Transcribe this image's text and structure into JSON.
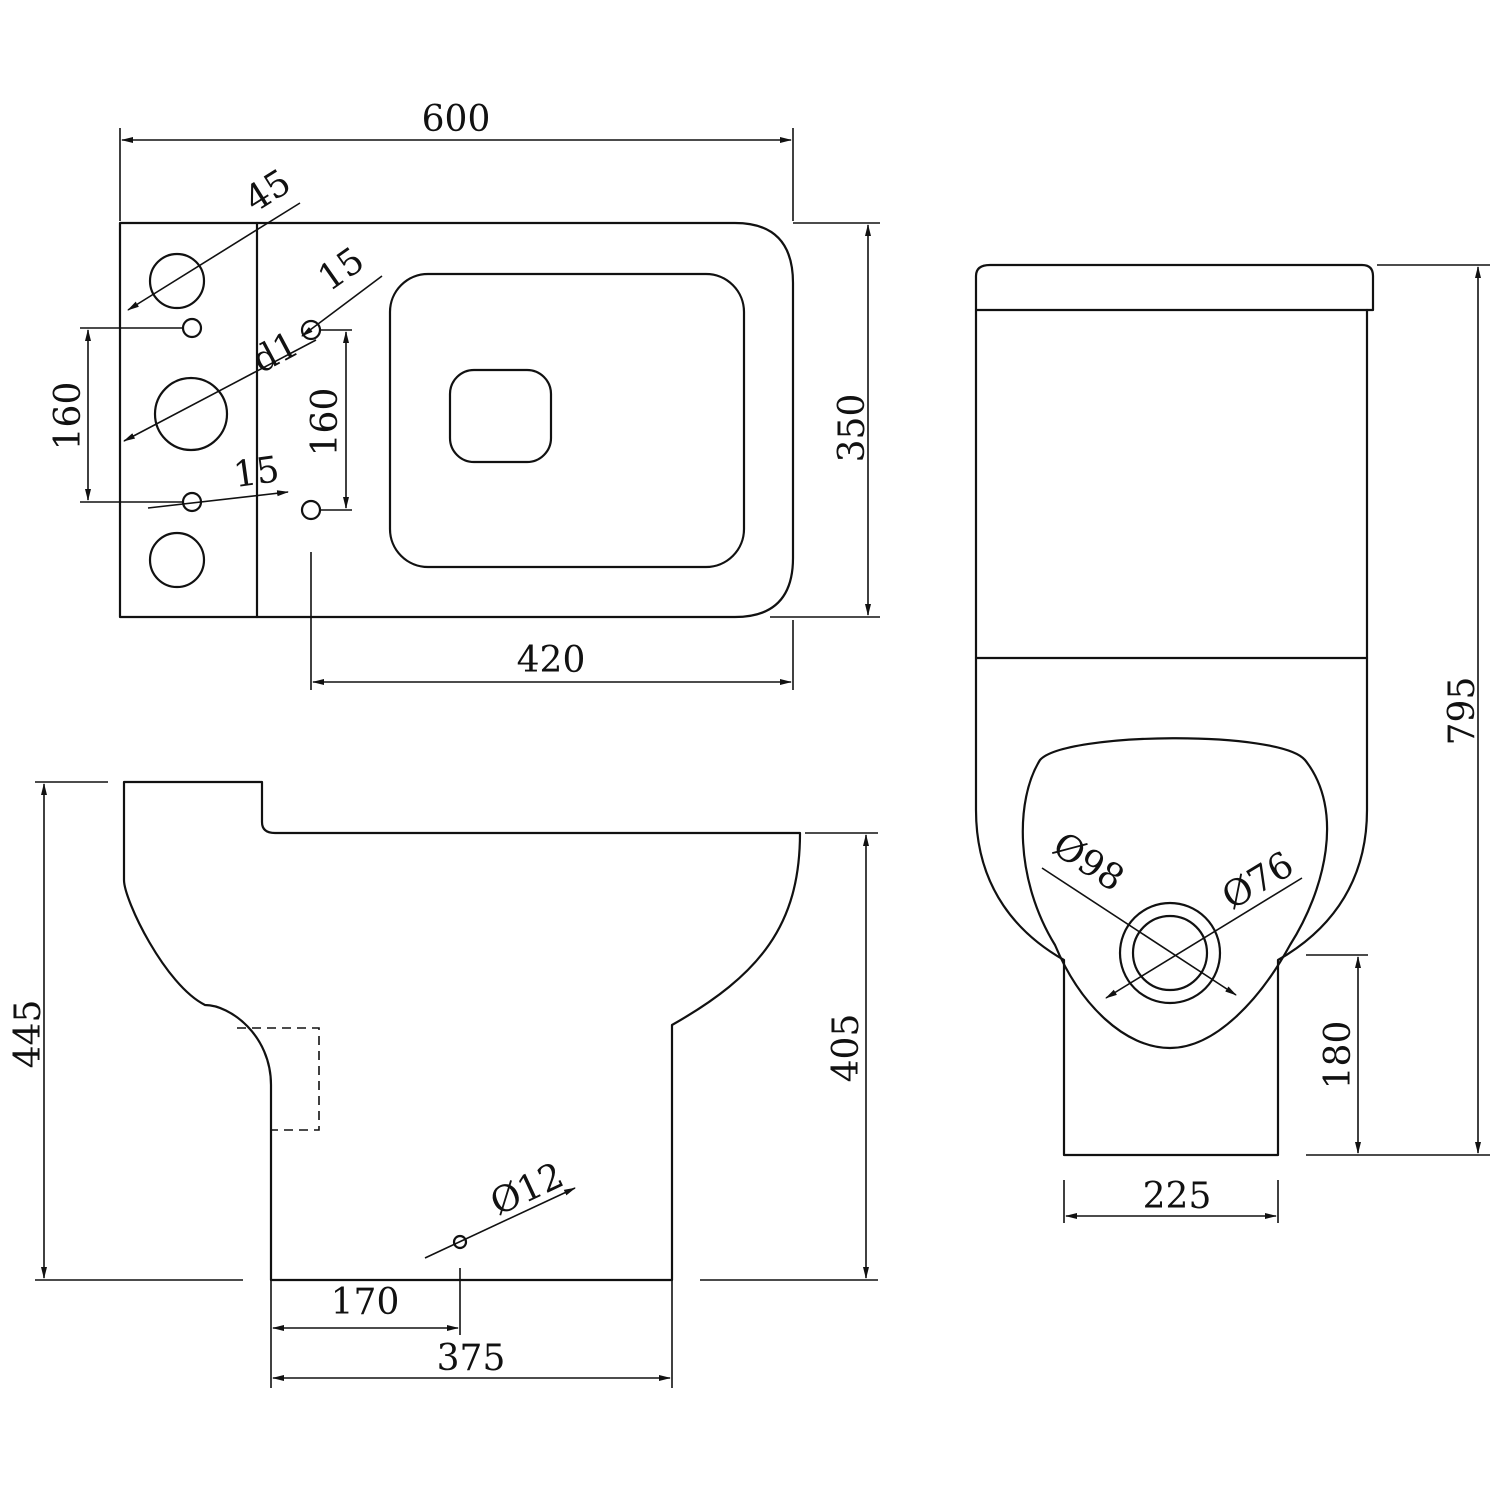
{
  "drawing": {
    "stroke_color": "#111111",
    "background": "#ffffff",
    "top_view": {
      "width_label": "600",
      "depth_label": "350",
      "pan_length_label": "420",
      "hole_spacing_left_label": "160",
      "hole_spacing_right_label": "160",
      "large_hole_label": "45",
      "small_hole_label_top": "15",
      "small_hole_label_bottom": "15",
      "inlet_label": "d1"
    },
    "side_view": {
      "overall_height_label": "445",
      "pan_height_label": "405",
      "fixing_hole_label": "Ø12",
      "fixing_offset_label": "170",
      "base_length_label": "375"
    },
    "front_view": {
      "total_height_label": "795",
      "outlet_height_label": "180",
      "base_width_label": "225",
      "outlet_outer_label": "Ø98",
      "outlet_inner_label": "Ø76"
    }
  }
}
